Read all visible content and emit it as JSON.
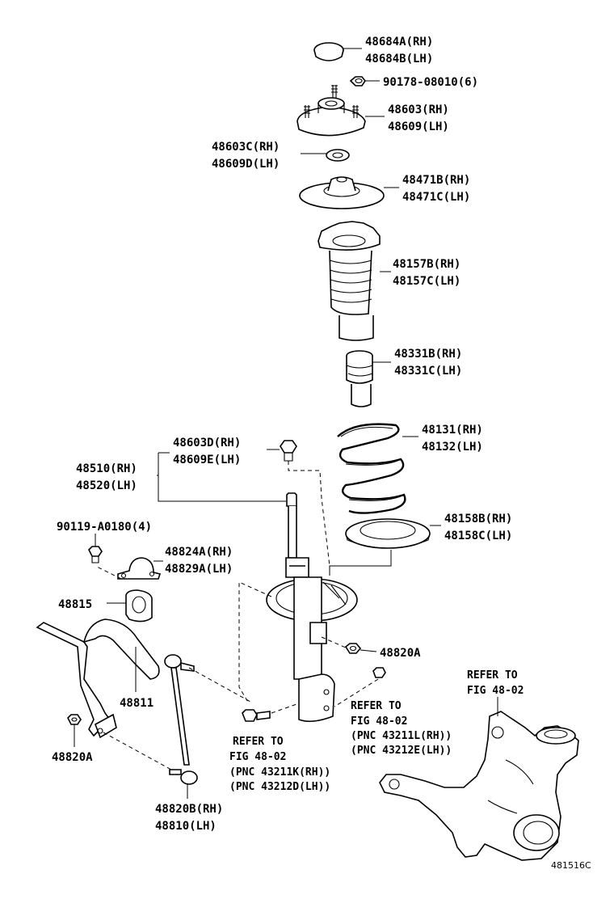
{
  "labels": {
    "mount_cap": [
      "48684A(RH)",
      "48684B(LH)"
    ],
    "nut_top": "90178-08010(6)",
    "support": [
      "48603(RH)",
      "48609(LH)"
    ],
    "washer": [
      "48603C(RH)",
      "48609D(LH)"
    ],
    "upper_seat": [
      "48471B(RH)",
      "48471C(LH)"
    ],
    "boot": [
      "48157B(RH)",
      "48157C(LH)"
    ],
    "bumper": [
      "48331B(RH)",
      "48331C(LH)"
    ],
    "spring": [
      "48131(RH)",
      "48132(LH)"
    ],
    "lower_insulator": [
      "48158B(RH)",
      "48158C(LH)"
    ],
    "nut_strut": [
      "48603D(RH)",
      "48609E(LH)"
    ],
    "strut": [
      "48510(RH)",
      "48520(LH)"
    ],
    "bolt_bracket": "90119-A0180(4)",
    "bracket": [
      "48824A(RH)",
      "48829A(LH)"
    ],
    "bushing": "48815",
    "nut_side": "48820A",
    "stabilizer_bar": "48811",
    "nut_bar": "48820A",
    "link": [
      "48820B(RH)",
      "48810(LH)"
    ],
    "refer_knuckle": [
      "REFER TO",
      "FIG 48-02"
    ],
    "refer_bolt": [
      "REFER TO",
      "FIG 48-02",
      "(PNC 43211K(RH))",
      "(PNC 43212D(LH))"
    ],
    "refer_nut": [
      "REFER TO",
      "FIG 48-02",
      "(PNC 43211L(RH))",
      "(PNC 43212E(LH))"
    ],
    "figure_code": "481516C"
  }
}
